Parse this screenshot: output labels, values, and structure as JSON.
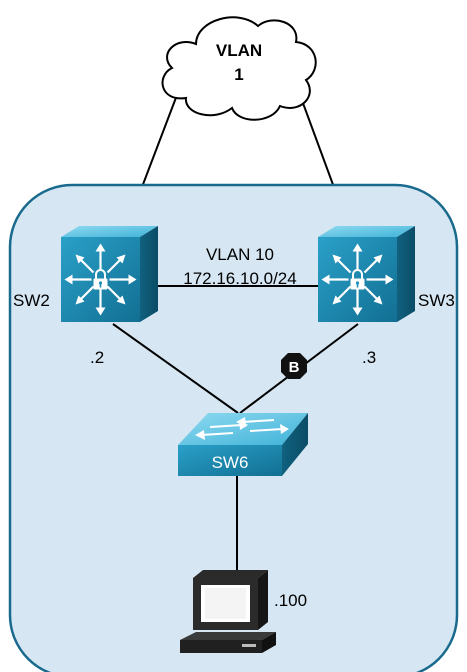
{
  "cloud": {
    "line1": "VLAN",
    "line2": "1"
  },
  "link_label": {
    "vlan": "VLAN 10",
    "subnet": "172.16.10.0/24"
  },
  "switches": {
    "left": {
      "name": "SW2",
      "address": ".2"
    },
    "right": {
      "name": "SW3",
      "address": ".3"
    },
    "access": {
      "name": "SW6"
    }
  },
  "host": {
    "address": ".100"
  },
  "marker": {
    "letter": "B"
  },
  "colors": {
    "region_fill": "#d6e7f3",
    "region_stroke": "#1a6a8e",
    "device_top": "#5fc6e6",
    "device_front": "#1f8fb8",
    "device_side": "#0e5f7d",
    "marker": "#111111"
  }
}
